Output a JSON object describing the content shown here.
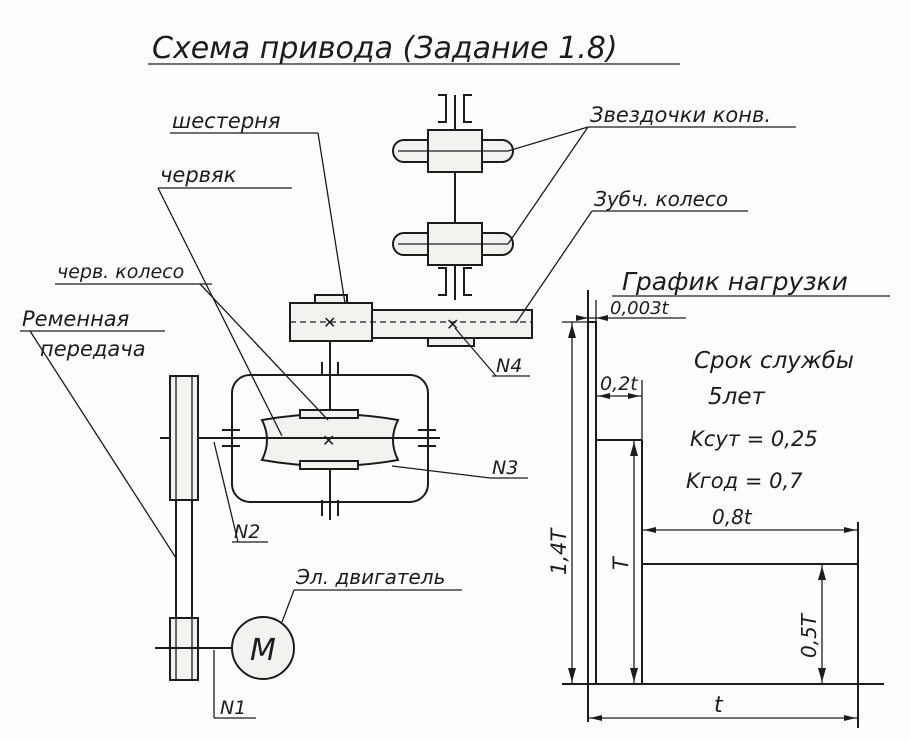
{
  "title": "Схема привода (Задание 1.8)",
  "labels": {
    "gear": "шестерня",
    "worm": "червяк",
    "worm_wheel": "черв. колесо",
    "belt_line1": "Ременная",
    "belt_line2": "передача",
    "sprockets": "Звездочки конв.",
    "gear_wheel": "Зубч. колесо",
    "motor_label": "Эл. двигатель",
    "motor_symbol": "М",
    "n1": "N1",
    "n2": "N2",
    "n3": "N3",
    "n4": "N4"
  },
  "load_chart": {
    "title": "График нагрузки",
    "dim_peak_time": "0,003t",
    "dim_first_step": "0,2t",
    "dim_second_step": "0,8t",
    "dim_total_time": "t",
    "level_peak": "1,4T",
    "level_nominal": "T",
    "level_low": "0,5T"
  },
  "service": {
    "life_line1": "Срок службы",
    "life_line2": "5лет",
    "k_day": "Kсут = 0,25",
    "k_year": "Kгод = 0,7"
  }
}
